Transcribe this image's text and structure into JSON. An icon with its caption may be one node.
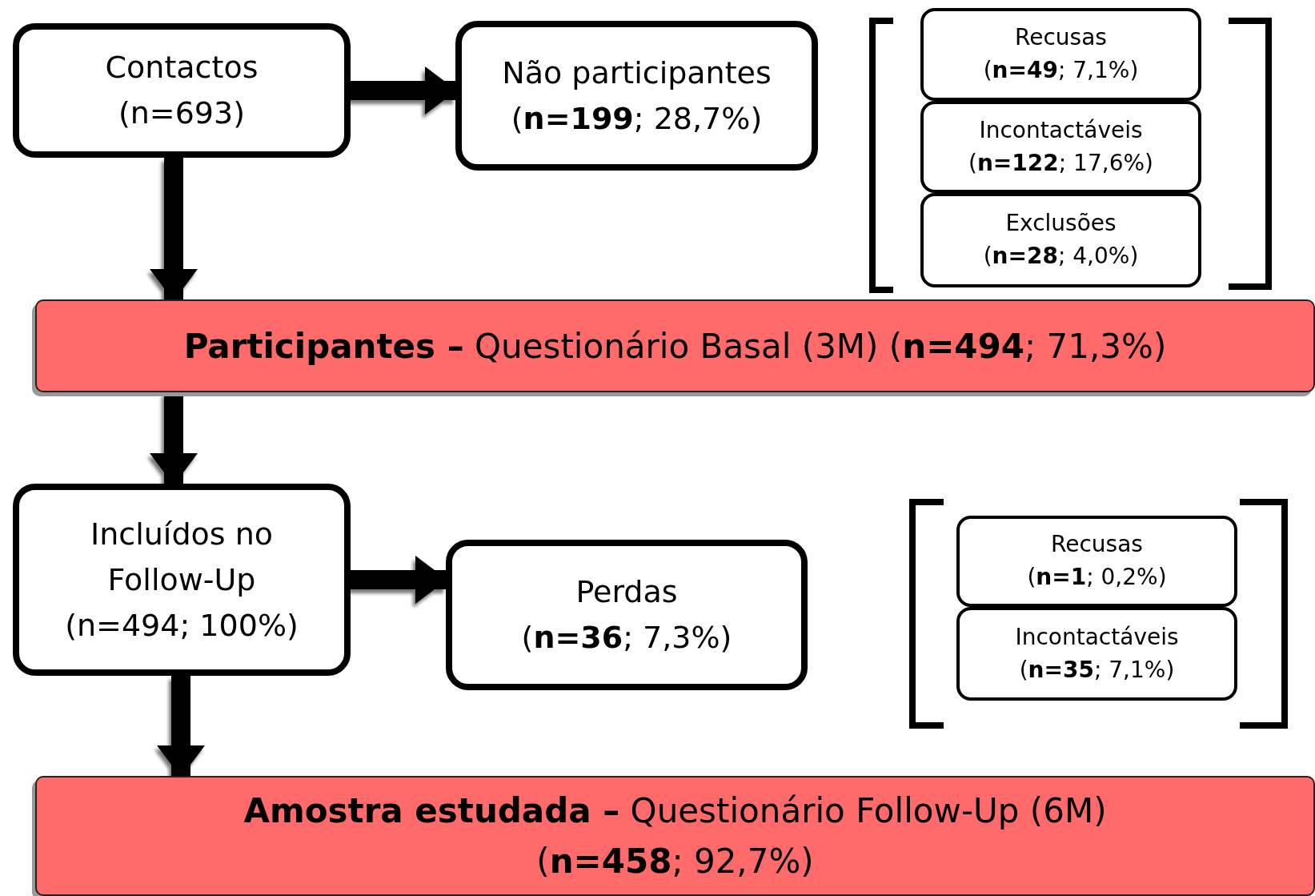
{
  "diagram": {
    "nodes": [
      {
        "text": [
          "Contactos (n=693)"
        ]
      },
      {
        "text": [
          "Não participantes (**n=199**; 28,7%)"
        ]
      },
      {
        "text": [
          "Recusas (**n=49**; 7,1%)"
        ]
      },
      {
        "text": [
          "Incontactáveis (**n=122**; 17,6%)"
        ]
      },
      {
        "text": [
          "Exclusões (**n=28**; 4,0%)"
        ]
      },
      {
        "text": [
          "**Participantes –** Questionário Basal (3M) (**n=494**; 71,3%)"
        ]
      },
      {
        "text": [
          "Incluídos no Follow-Up (n=494; 100%)"
        ]
      },
      {
        "text": [
          "Perdas (**n=36**; 7,3%)"
        ]
      },
      {
        "text": [
          "Recusas (**n=1**; 0,2%)"
        ]
      },
      {
        "text": [
          "Incontactáveis (**n=35**; 7,1%)"
        ]
      },
      {
        "text": [
          "**Amostra estudada –** Questionário Follow-Up (6M) (**n=458**; 92,7%)"
        ]
      }
    ],
    "edges": [
      {
        "from": 0,
        "to": 1,
        "arrow": "to"
      },
      {
        "from": 0,
        "to": 5,
        "arrow": "to"
      },
      {
        "from": 5,
        "to": 6,
        "arrow": "to"
      },
      {
        "from": 6,
        "to": 7,
        "arrow": "to"
      },
      {
        "from": 6,
        "to": 10,
        "arrow": "to"
      }
    ]
  }
}
